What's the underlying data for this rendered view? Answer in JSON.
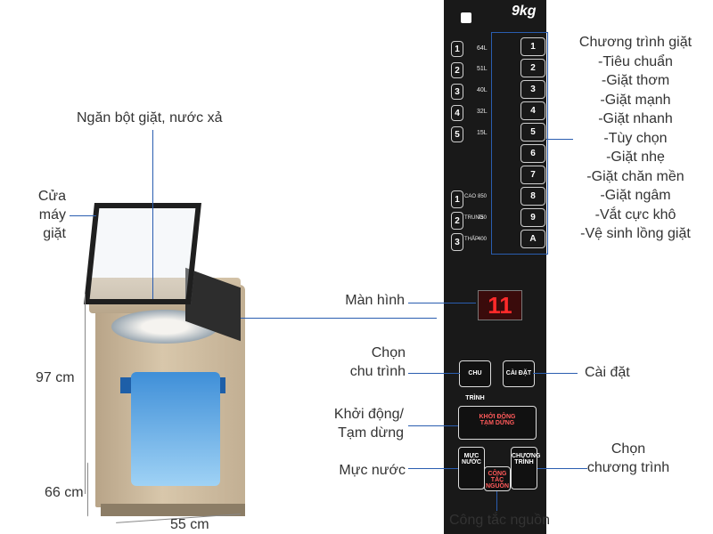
{
  "labels": {
    "detergent": "Ngăn bột giặt, nước xả",
    "lid": [
      "Cửa",
      "máy",
      "giặt"
    ],
    "height": "97 cm",
    "depth": "66 cm",
    "width": "55 cm",
    "screen": "Màn hình",
    "select_cycle": [
      "Chọn",
      "chu trình"
    ],
    "settings": "Cài đặt",
    "start_pause": [
      "Khởi động/",
      "Tạm dừng"
    ],
    "water_level": "Mực nước",
    "select_program": [
      "Chọn",
      "chương trình"
    ],
    "power": "Công tắc nguồn"
  },
  "programs": {
    "title": "Chương trình giặt",
    "items": [
      "-Tiêu chuẩn",
      "-Giặt thơm",
      "-Giặt mạnh",
      "-Giặt nhanh",
      "-Tùy chọn",
      "-Giặt nhẹ",
      "-Giặt chăn mền",
      "-Giặt ngâm",
      "-Vắt cực khô",
      "-Vệ sinh lồng giặt"
    ]
  },
  "panel": {
    "capacity": "9kg",
    "water_levels": [
      {
        "n": "1",
        "v": "64L"
      },
      {
        "n": "2",
        "v": "51L"
      },
      {
        "n": "3",
        "v": "40L"
      },
      {
        "n": "4",
        "v": "32L"
      },
      {
        "n": "5",
        "v": "15L"
      }
    ],
    "spin": [
      {
        "n": "1",
        "label": "CAO",
        "v": "850"
      },
      {
        "n": "2",
        "label": "TRUNG",
        "v": "750"
      },
      {
        "n": "3",
        "label": "THẤP",
        "v": "400"
      }
    ],
    "course_numbers": [
      "1",
      "2",
      "3",
      "4",
      "5",
      "6",
      "7",
      "8",
      "9",
      "A"
    ],
    "display": "11",
    "btn_cycle": "CHU TRÌNH",
    "btn_set": "CÀI ĐẶT",
    "btn_start": "KHỞI ĐỘNG",
    "btn_pause": "TẠM DỪNG",
    "btn_water": "MỰC NƯỚC",
    "btn_course": "CHƯƠNG TRÌNH",
    "btn_power": "CÔNG TẮC NGUỒN"
  },
  "colors": {
    "line": "#2a5db0",
    "panel": "#191919",
    "display_digits": "#ff2a2a"
  }
}
